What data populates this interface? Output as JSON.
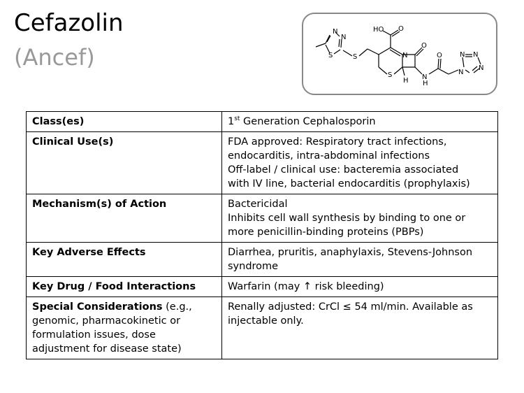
{
  "title": "Cefazolin",
  "subtitle": "(Ancef)",
  "structure": {
    "atoms": [
      "N",
      "N",
      "S",
      "S",
      "HO",
      "O",
      "N",
      "O",
      "S",
      "H",
      "N",
      "H",
      "O",
      "N",
      "N",
      "N",
      "N"
    ]
  },
  "rows": [
    {
      "label": "Class(es)",
      "label_extra": "",
      "class_prefix": "1",
      "class_sup": "st",
      "class_rest": " Generation Cephalosporin"
    },
    {
      "label": "Clinical Use(s)",
      "label_extra": "",
      "lines": [
        "FDA approved: Respiratory tract infections,",
        "endocarditis, intra-abdominal infections",
        "Off-label / clinical use: bacteremia associated",
        "with IV line, bacterial endocarditis (prophylaxis)"
      ]
    },
    {
      "label": "Mechanism(s) of Action",
      "label_extra": "",
      "lines": [
        "Bactericidal",
        "Inhibits cell wall synthesis by binding to one or",
        "more penicillin-binding proteins (PBPs)"
      ]
    },
    {
      "label": "Key Adverse Effects",
      "label_extra": "",
      "lines": [
        "Diarrhea, pruritis, anaphylaxis, Stevens-Johnson",
        "syndrome"
      ]
    },
    {
      "label": "Key Drug / Food Interactions",
      "label_extra": "",
      "lines": [
        "Warfarin (may ↑ risk bleeding)"
      ]
    },
    {
      "label": "Special Considerations",
      "label_extra": " (e.g., genomic, pharmacokinetic or formulation issues, dose adjustment for disease state)",
      "lines": [
        "Renally adjusted: CrCl ≤ 54 ml/min. Available as",
        "injectable only."
      ]
    }
  ]
}
